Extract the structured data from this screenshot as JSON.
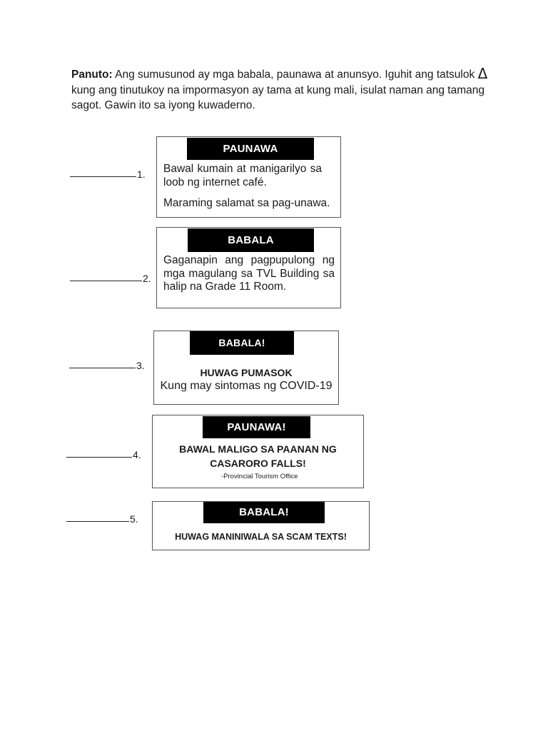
{
  "instructions": {
    "label": "Panuto:",
    "line1": "Ang sumusunod ay mga babala, paunawa at anunsyo. Iguhit ang tatsulok",
    "triangle_symbol": "Δ",
    "line2": "kung ang tinutukoy na impormasyon ay tama at kung mali, isulat naman ang tamang",
    "line3": "sagot. Gawin ito sa iyong kuwaderno."
  },
  "items": [
    {
      "number": "1.",
      "header": "PAUNAWA",
      "body": "Bawal kumain at manigarilyo sa loob ng internet café.",
      "footer": "Maraming salamat sa pag-unawa."
    },
    {
      "number": "2.",
      "header": "BABALA",
      "body": "Gaganapin ang pagpupulong ng mga magulang sa TVL Building sa halip na Grade 11 Room."
    },
    {
      "number": "3.",
      "header": "BABALA!",
      "headline": "HUWAG PUMASOK",
      "subline": "Kung may sintomas ng COVID-19"
    },
    {
      "number": "4.",
      "header": "PAUNAWA!",
      "headline_line1": "BAWAL MALIGO SA PAANAN NG",
      "headline_line2": "CASARORO FALLS!",
      "attribution": "-Provincial Tourism Office"
    },
    {
      "number": "5.",
      "header": "BABALA!",
      "headline": "HUWAG MANINIWALA SA SCAM TEXTS!"
    }
  ]
}
